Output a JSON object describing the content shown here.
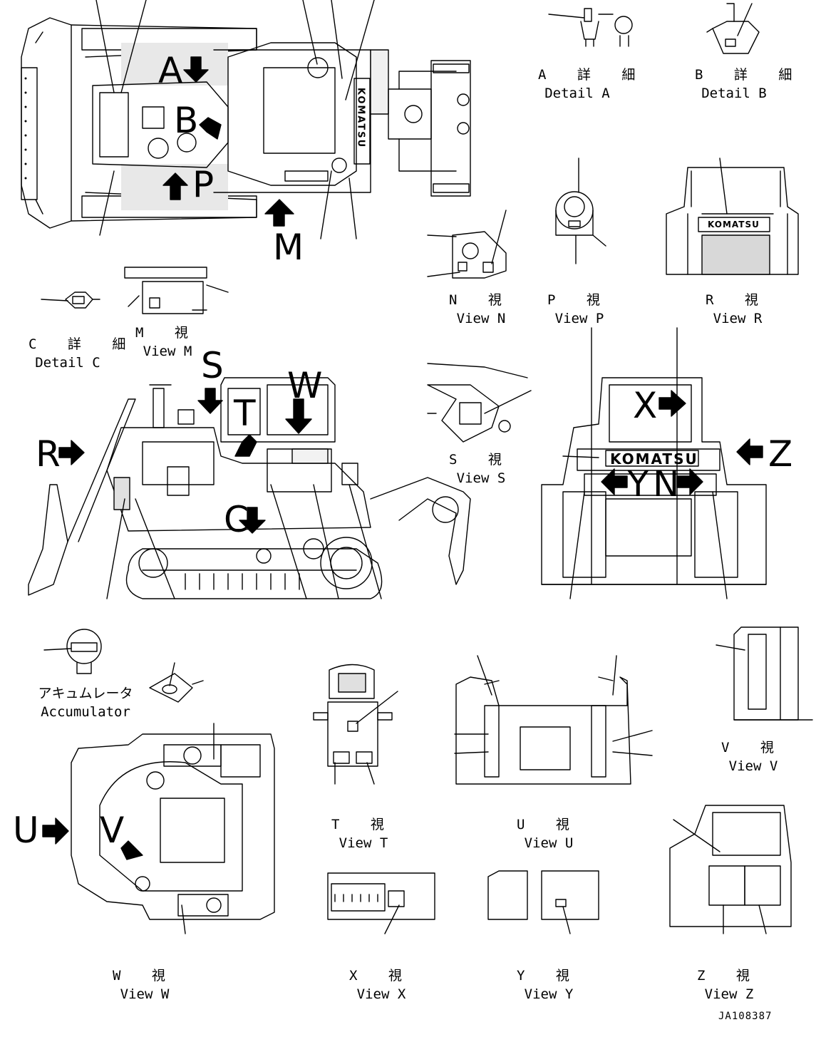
{
  "captions": {
    "detail_a": {
      "jp": "A 詳 細",
      "en": "Detail A"
    },
    "detail_b": {
      "jp": "B 詳 細",
      "en": "Detail B"
    },
    "detail_c": {
      "jp": "C 詳 細",
      "en": "Detail C"
    },
    "view_m": {
      "jp": "M 視",
      "en": "View M"
    },
    "view_n": {
      "jp": "N 視",
      "en": "View N"
    },
    "view_p": {
      "jp": "P 視",
      "en": "View P"
    },
    "view_r": {
      "jp": "R 視",
      "en": "View R"
    },
    "view_s": {
      "jp": "S 視",
      "en": "View S"
    },
    "view_t": {
      "jp": "T 視",
      "en": "View T"
    },
    "view_u": {
      "jp": "U 視",
      "en": "View U"
    },
    "view_v": {
      "jp": "V 視",
      "en": "View V"
    },
    "view_w": {
      "jp": "W 視",
      "en": "View W"
    },
    "view_x": {
      "jp": "X 視",
      "en": "View X"
    },
    "view_y": {
      "jp": "Y 視",
      "en": "View Y"
    },
    "view_z": {
      "jp": "Z 視",
      "en": "View Z"
    },
    "accumulator": {
      "jp": "アキュムレータ",
      "en": "Accumulator"
    }
  },
  "markers": {
    "a": "A",
    "b": "B",
    "c": "C",
    "p": "P",
    "m": "M",
    "r": "R",
    "s": "S",
    "t": "T",
    "w": "W",
    "x": "X",
    "y": "Y",
    "n": "N",
    "z": "Z",
    "u": "U",
    "v": "V"
  },
  "brand": "KOMATSU",
  "doc_id": "JA108387"
}
